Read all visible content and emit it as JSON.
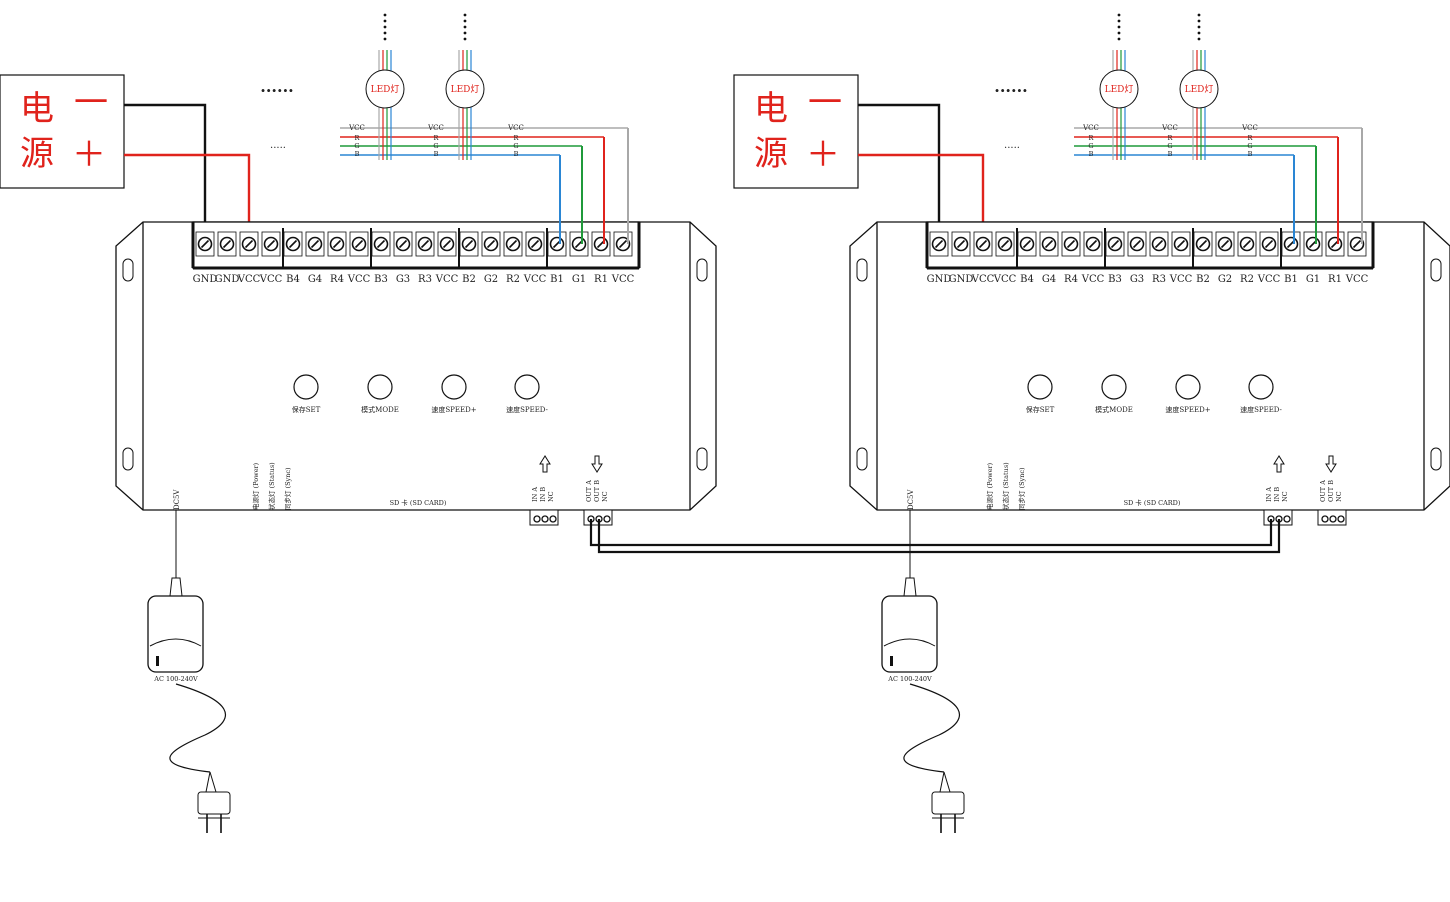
{
  "colors": {
    "red": "#e0231c",
    "green": "#1f9a3a",
    "blue": "#2a86d4",
    "gray": "#a8a8a8",
    "black": "#111111"
  },
  "power_supply": {
    "line1": "电",
    "line2": "源",
    "minus": "一",
    "plus": "＋"
  },
  "terminals": [
    "GND",
    "GND",
    "VCC",
    "VCC",
    "B4",
    "G4",
    "R4",
    "VCC",
    "B3",
    "G3",
    "R3",
    "VCC",
    "B2",
    "G2",
    "R2",
    "VCC",
    "B1",
    "G1",
    "R1",
    "VCC"
  ],
  "buttons": [
    "保存SET",
    "模式MODE",
    "速度SPEED+",
    "速度SPEED-"
  ],
  "indicators": [
    "电源灯 (Power)",
    "状态灯 (Status)",
    "同步灯 (Sync)"
  ],
  "sd_label": "SD 卡 (SD CARD)",
  "dc_label": "DC5V",
  "in_port": [
    "IN A",
    "IN B",
    "NC"
  ],
  "out_port": [
    "OUT A",
    "OUT B",
    "NC"
  ],
  "adapter_label": "AC 100-240V",
  "led_label": "LED灯",
  "strip_vcc": "VCC",
  "strip_pins": [
    "R",
    "G",
    "B"
  ],
  "ellipsis_long": "......",
  "ellipsis_short": "....."
}
